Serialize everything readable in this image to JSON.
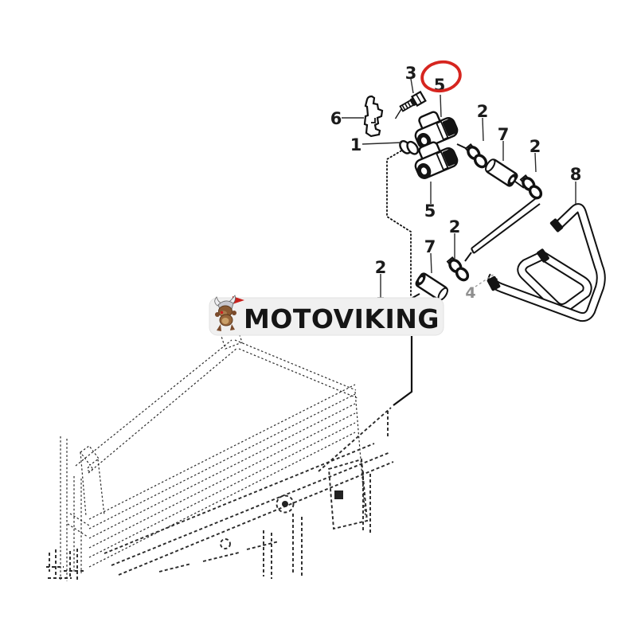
{
  "watermark": {
    "text": "MOTOVIKING",
    "mascot": "viking-dog-mascot"
  },
  "diagram": {
    "type": "exploded-parts-diagram",
    "subject": "oil-cooler-fitting-and-hose-kit-over-ghosted-radiator",
    "highlight": {
      "part": "5",
      "color": "#d6251f"
    },
    "callouts": [
      {
        "label": "3"
      },
      {
        "label": "5"
      },
      {
        "label": "6"
      },
      {
        "label": "1"
      },
      {
        "label": "2"
      },
      {
        "label": "7"
      },
      {
        "label": "2"
      },
      {
        "label": "8"
      },
      {
        "label": "5"
      },
      {
        "label": "2"
      },
      {
        "label": "7"
      },
      {
        "label": "2"
      },
      {
        "label": "4"
      }
    ]
  }
}
